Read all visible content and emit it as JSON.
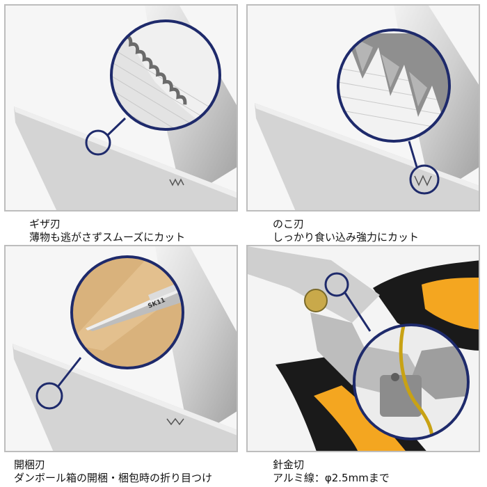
{
  "features": [
    {
      "title": "ギザ刃",
      "description": "薄物も逃がさずスムーズにカット",
      "icon": "serrated-edge-icon"
    },
    {
      "title": "のこ刃",
      "description": "しっかり食い込み強力にカット",
      "icon": "saw-tooth-icon"
    },
    {
      "title": "開梱刃",
      "description": "ダンボール箱の開梱・梱包時の折り目つけ",
      "icon": "box-opener-blade-icon"
    },
    {
      "title": "針金切",
      "description": "アルミ線：φ2.5mmまで",
      "icon": "wire-cutter-icon"
    }
  ],
  "blade_engraving": "SK11",
  "colors": {
    "circle_outline": "#1e2a6b",
    "blade_steel": "#cfcfcf",
    "handle_orange": "#f4a620",
    "handle_black": "#1a1a1a",
    "cardboard": "#d9b27c",
    "wire": "#c8a214"
  }
}
